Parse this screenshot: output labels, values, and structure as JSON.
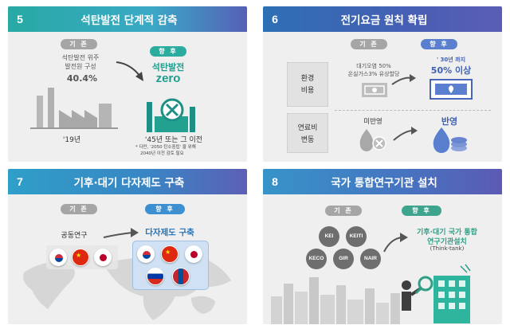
{
  "panels": [
    {
      "num": "5",
      "title": "석탄발전 단계적 감축",
      "before_label": "기 존",
      "after_label": "향 후",
      "before_desc_1": "석탄발전 위주",
      "before_desc_2": "발전원 구성",
      "before_value": "40.4%",
      "before_year": "'19년",
      "after_title": "석탄발전",
      "after_value": "zero",
      "after_year": "'45년 또는 그 이전",
      "note_1": "* 다만, '2050 탄소중립' 을 위해",
      "note_2": "2040년 이전 검토 필요"
    },
    {
      "num": "6",
      "title": "전기요금 원칙 확립",
      "before_label": "기 존",
      "after_label": "향 후",
      "row1_label_1": "환경",
      "row1_label_2": "비용",
      "row1_before_1": "대기오염 50%",
      "row1_before_2": "온실가스3% 유상할당",
      "row1_after_top": "' 30년 까지",
      "row1_after_value": "50% 이상",
      "row2_label_1": "연료비",
      "row2_label_2": "변동",
      "row2_before": "미반영",
      "row2_after": "반영"
    },
    {
      "num": "7",
      "title": "기후·대기 다자제도 구축",
      "before_label": "기 존",
      "after_label": "향 후",
      "before_desc": "공동연구",
      "after_desc": "다자제도 구축"
    },
    {
      "num": "8",
      "title": "국가 통합연구기관 설치",
      "before_label": "기 존",
      "after_label": "향 후",
      "institutes": [
        "KEI",
        "KEITI",
        "KECO",
        "GIR",
        "NAIR"
      ],
      "after_desc_1": "기후·대기 국가 통합",
      "after_desc_2": "연구기관설치",
      "after_desc_3": "(Think-tank)"
    }
  ]
}
